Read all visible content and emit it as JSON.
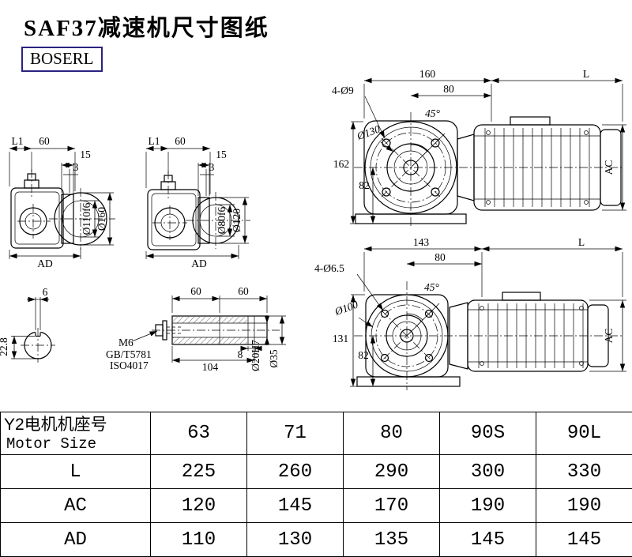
{
  "title": "SAF37减速机尺寸图纸",
  "logo": "BOSERL",
  "views": {
    "side_a": {
      "l1": "L1",
      "len": "60",
      "t15": "15",
      "t3": "3",
      "spigot": "Ø110f6",
      "flange": "Ø160",
      "ad": "AD"
    },
    "side_b": {
      "l1": "L1",
      "len": "60",
      "t15": "15",
      "t3": "3",
      "spigot": "Ø80f6",
      "flange": "Ø120",
      "ad": "AD"
    },
    "front_a": {
      "w": "160",
      "l": "L",
      "holes": "4-Ø9",
      "off": "80",
      "ang": "45°",
      "bc": "Ø130",
      "h": "162",
      "hc": "82",
      "ac": "AC"
    },
    "front_b": {
      "w": "143",
      "l": "L",
      "holes": "4-Ø6.5",
      "off": "80",
      "ang": "45°",
      "bc": "Ø100",
      "h": "131",
      "hc": "82",
      "ac": "AC"
    },
    "key_section": {
      "kw": "6",
      "kd": "22.8"
    },
    "shaft": {
      "s1": "60",
      "s2": "60",
      "thread": "M6",
      "std1": "GB/T5781",
      "std2": "ISO4017",
      "g8": "8",
      "len": "104",
      "bore": "Ø20H7",
      "od": "Ø35"
    }
  },
  "table": {
    "header": {
      "cn": "Y2电机机座号",
      "en": "Motor Size",
      "sizes": [
        "63",
        "71",
        "80",
        "90S",
        "90L"
      ]
    },
    "rows": [
      {
        "label": "L",
        "values": [
          "225",
          "260",
          "290",
          "300",
          "330"
        ]
      },
      {
        "label": "AC",
        "values": [
          "120",
          "145",
          "170",
          "190",
          "190"
        ]
      },
      {
        "label": "AD",
        "values": [
          "110",
          "130",
          "135",
          "145",
          "145"
        ]
      }
    ]
  }
}
